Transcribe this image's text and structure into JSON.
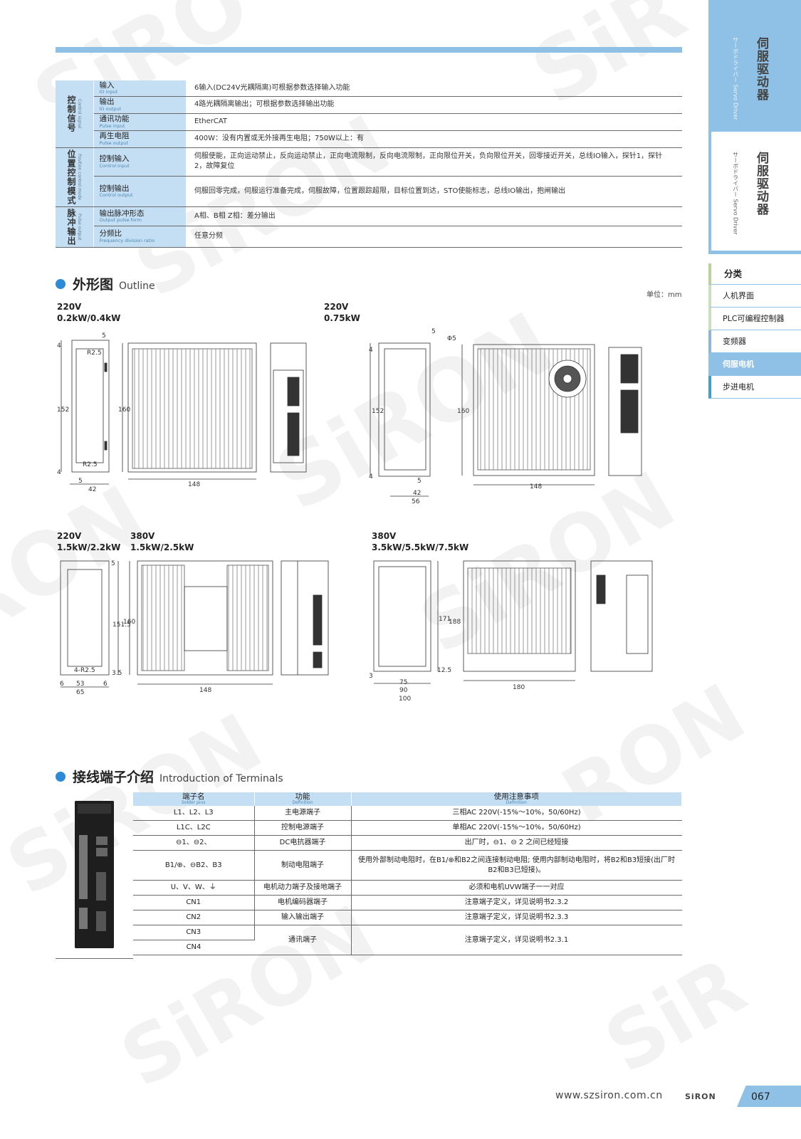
{
  "spec_table": [
    {
      "group_cn": "控制信号",
      "group_en": "Control signal",
      "rows": [
        {
          "item_cn": "输入",
          "item_en": "IO input",
          "value": "6输入(DC24V光耦隔离)可根据参数选择输入功能"
        },
        {
          "item_cn": "输出",
          "item_en": "IO output",
          "value": "4路光耦隔离输出；可根据参数选择输出功能"
        },
        {
          "item_cn": "通讯功能",
          "item_en": "Pulse input",
          "value": "EtherCAT"
        },
        {
          "item_cn": "再生电阻",
          "item_en": "Pulse output",
          "value": "400W：没有内置或无外接再生电阻；750W以上：有"
        }
      ]
    },
    {
      "group_cn": "位置控制模式",
      "group_en": "Position control mode",
      "rows": [
        {
          "item_cn": "控制输入",
          "item_en": "Control input",
          "value": "伺服使能，正向运动禁止，反向运动禁止，正向电流限制，反向电流限制，正向限位开关，负向限位开关，回零接近开关，总线IO输入，探针1，探针2，故障复位"
        },
        {
          "item_cn": "控制输出",
          "item_en": "Control output",
          "value": "伺服回零完成，伺服运行准备完成，伺服故障，位置跟踪超限，目标位置到达，STO使能标志，总线IO输出，抱闸输出"
        }
      ]
    },
    {
      "group_cn": "脉冲输出",
      "group_en": "Pulse output",
      "rows": [
        {
          "item_cn": "输出脉冲形态",
          "item_en": "Output pulse form",
          "value": "A相、B相 Z相：差分输出"
        },
        {
          "item_cn": "分频比",
          "item_en": "Frequency division ratio",
          "value": "任意分频"
        }
      ]
    }
  ],
  "outline": {
    "title_cn": "外形图",
    "title_en": "Outline",
    "unit": "单位：mm",
    "models": [
      {
        "voltage": "220V",
        "power": "0.2kW/0.4kW"
      },
      {
        "voltage": "220V",
        "power": "0.75kW"
      },
      {
        "voltage": "220V",
        "power": "1.5kW/2.2kW"
      },
      {
        "voltage": "380V",
        "power": "1.5kW/2.5kW"
      },
      {
        "voltage": "380V",
        "power": "3.5kW/5.5kW/7.5kW"
      }
    ],
    "dims": {
      "d1": [
        "5",
        "4",
        "R2.5",
        "152",
        "R2.5",
        "4",
        "5",
        "42",
        "160",
        "148"
      ],
      "d2": [
        "5",
        "Φ5",
        "4",
        "152",
        "4",
        "5",
        "42",
        "56",
        "160",
        "148"
      ],
      "d3": [
        "5",
        "151.5",
        "160",
        "4-R2.5",
        "3.5",
        "6",
        "53",
        "6",
        "65",
        "148"
      ],
      "d4": [
        "171",
        "188",
        "3",
        "12.5",
        "75",
        "90",
        "100",
        "180"
      ]
    }
  },
  "terminals": {
    "title_cn": "接线端子介绍",
    "title_en": "Introduction of Terminals",
    "headers": [
      {
        "cn": "端子名",
        "en": "Solder pins"
      },
      {
        "cn": "功能",
        "en": "Definition"
      },
      {
        "cn": "使用注意事项",
        "en": "Definition"
      }
    ],
    "rows": [
      {
        "name": "L1、L2、L3",
        "func": "主电源端子",
        "note": "三相AC 220V(-15%～10%，50/60Hz)"
      },
      {
        "name": "L1C、L2C",
        "func": "控制电源端子",
        "note": "单相AC 220V(-15%～10%，50/60Hz)"
      },
      {
        "name": "⊖1、⊖2、",
        "func": "DC电抗器端子",
        "note": "出厂时，⊖1、⊖ 2 之间已经短接"
      },
      {
        "name": "B1/⊕、⊖B2、B3",
        "func": "制动电阻端子",
        "note": "使用外部制动电阻时，在B1/⊕和B2之间连接制动电阻; 使用内部制动电阻时，将B2和B3短接(出厂时B2和B3已短接)。"
      },
      {
        "name": "U、V、W、⏚",
        "func": "电机动力端子及接地端子",
        "note": "必须和电机UVW端子一一对应"
      },
      {
        "name": "CN1",
        "func": "电机编码器端子",
        "note": "注意端子定义，详见说明书2.3.2"
      },
      {
        "name": "CN2",
        "func": "输入输出端子",
        "note": "注意端子定义，详见说明书2.3.3"
      },
      {
        "name": "CN3",
        "func": "通讯端子",
        "note": "注意端子定义，详见说明书2.3.1"
      },
      {
        "name": "CN4"
      }
    ]
  },
  "sidebar": {
    "tab1_title": "伺服驱动器",
    "tab1_sub": "サーボドライバー Servo Driver",
    "tab2_title": "伺服驱动器",
    "tab2_sub": "サーボドライバー Servo Driver",
    "category_title": "分类",
    "items": [
      "人机界面",
      "PLC可编程控制器",
      "变频器",
      "伺服电机",
      "步进电机"
    ],
    "active_index": 3
  },
  "footer": {
    "url": "www.szsiron.com.cn",
    "logo": "SiRON",
    "page": "067"
  },
  "colors": {
    "accent": "#8fc1e6",
    "table_header": "#c4dff3",
    "dot": "#2d8ad6"
  }
}
